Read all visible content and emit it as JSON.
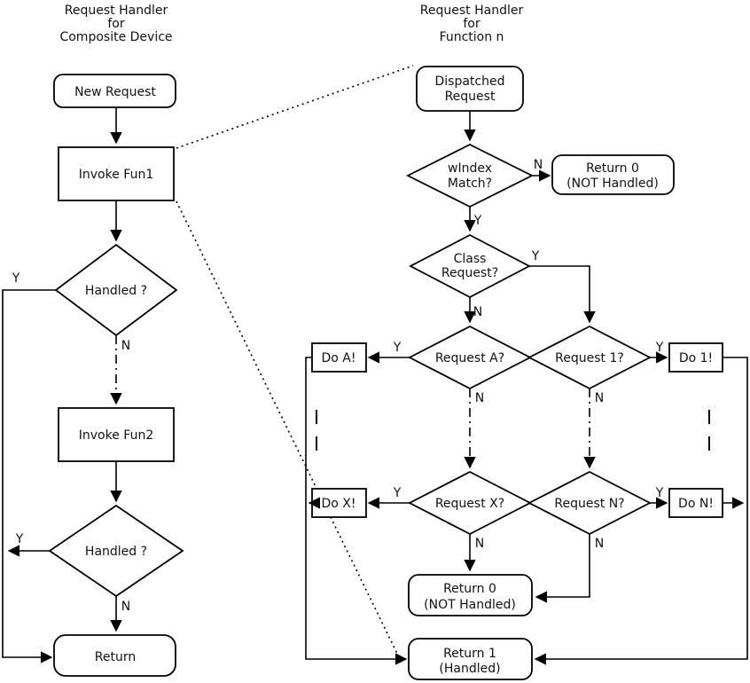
{
  "colors": {
    "line": "#000000",
    "fill": "#ffffff",
    "text": "#121212"
  },
  "labels": {
    "yes": "Y",
    "no": "N"
  },
  "left_chart": {
    "title": [
      "Request Handler",
      "for",
      "Composite Device"
    ],
    "nodes": {
      "new_request": "New Request",
      "invoke_fun1": "Invoke Fun1",
      "handled_1": "Handled ?",
      "invoke_fun2": "Invoke Fun2",
      "handled_2": "Handled ?",
      "return": "Return"
    }
  },
  "right_chart": {
    "title": [
      "Request Handler",
      "for",
      "Function n"
    ],
    "nodes": {
      "dispatched_request": [
        "Dispatched",
        "Request"
      ],
      "windex_match": [
        "wIndex",
        "Match?"
      ],
      "return0_top": [
        "Return 0",
        "(NOT Handled)"
      ],
      "class_request": [
        "Class",
        "Request?"
      ],
      "request_a": "Request A?",
      "do_a": "Do A!",
      "request_x": "Request X?",
      "do_x": "Do X!",
      "request_1": "Request 1?",
      "do_1": "Do 1!",
      "request_n": "Request N?",
      "do_n": "Do N!",
      "return0_bottom": [
        "Return 0",
        "(NOT Handled)"
      ],
      "return_1": [
        "Return 1",
        "(Handled)"
      ]
    }
  }
}
